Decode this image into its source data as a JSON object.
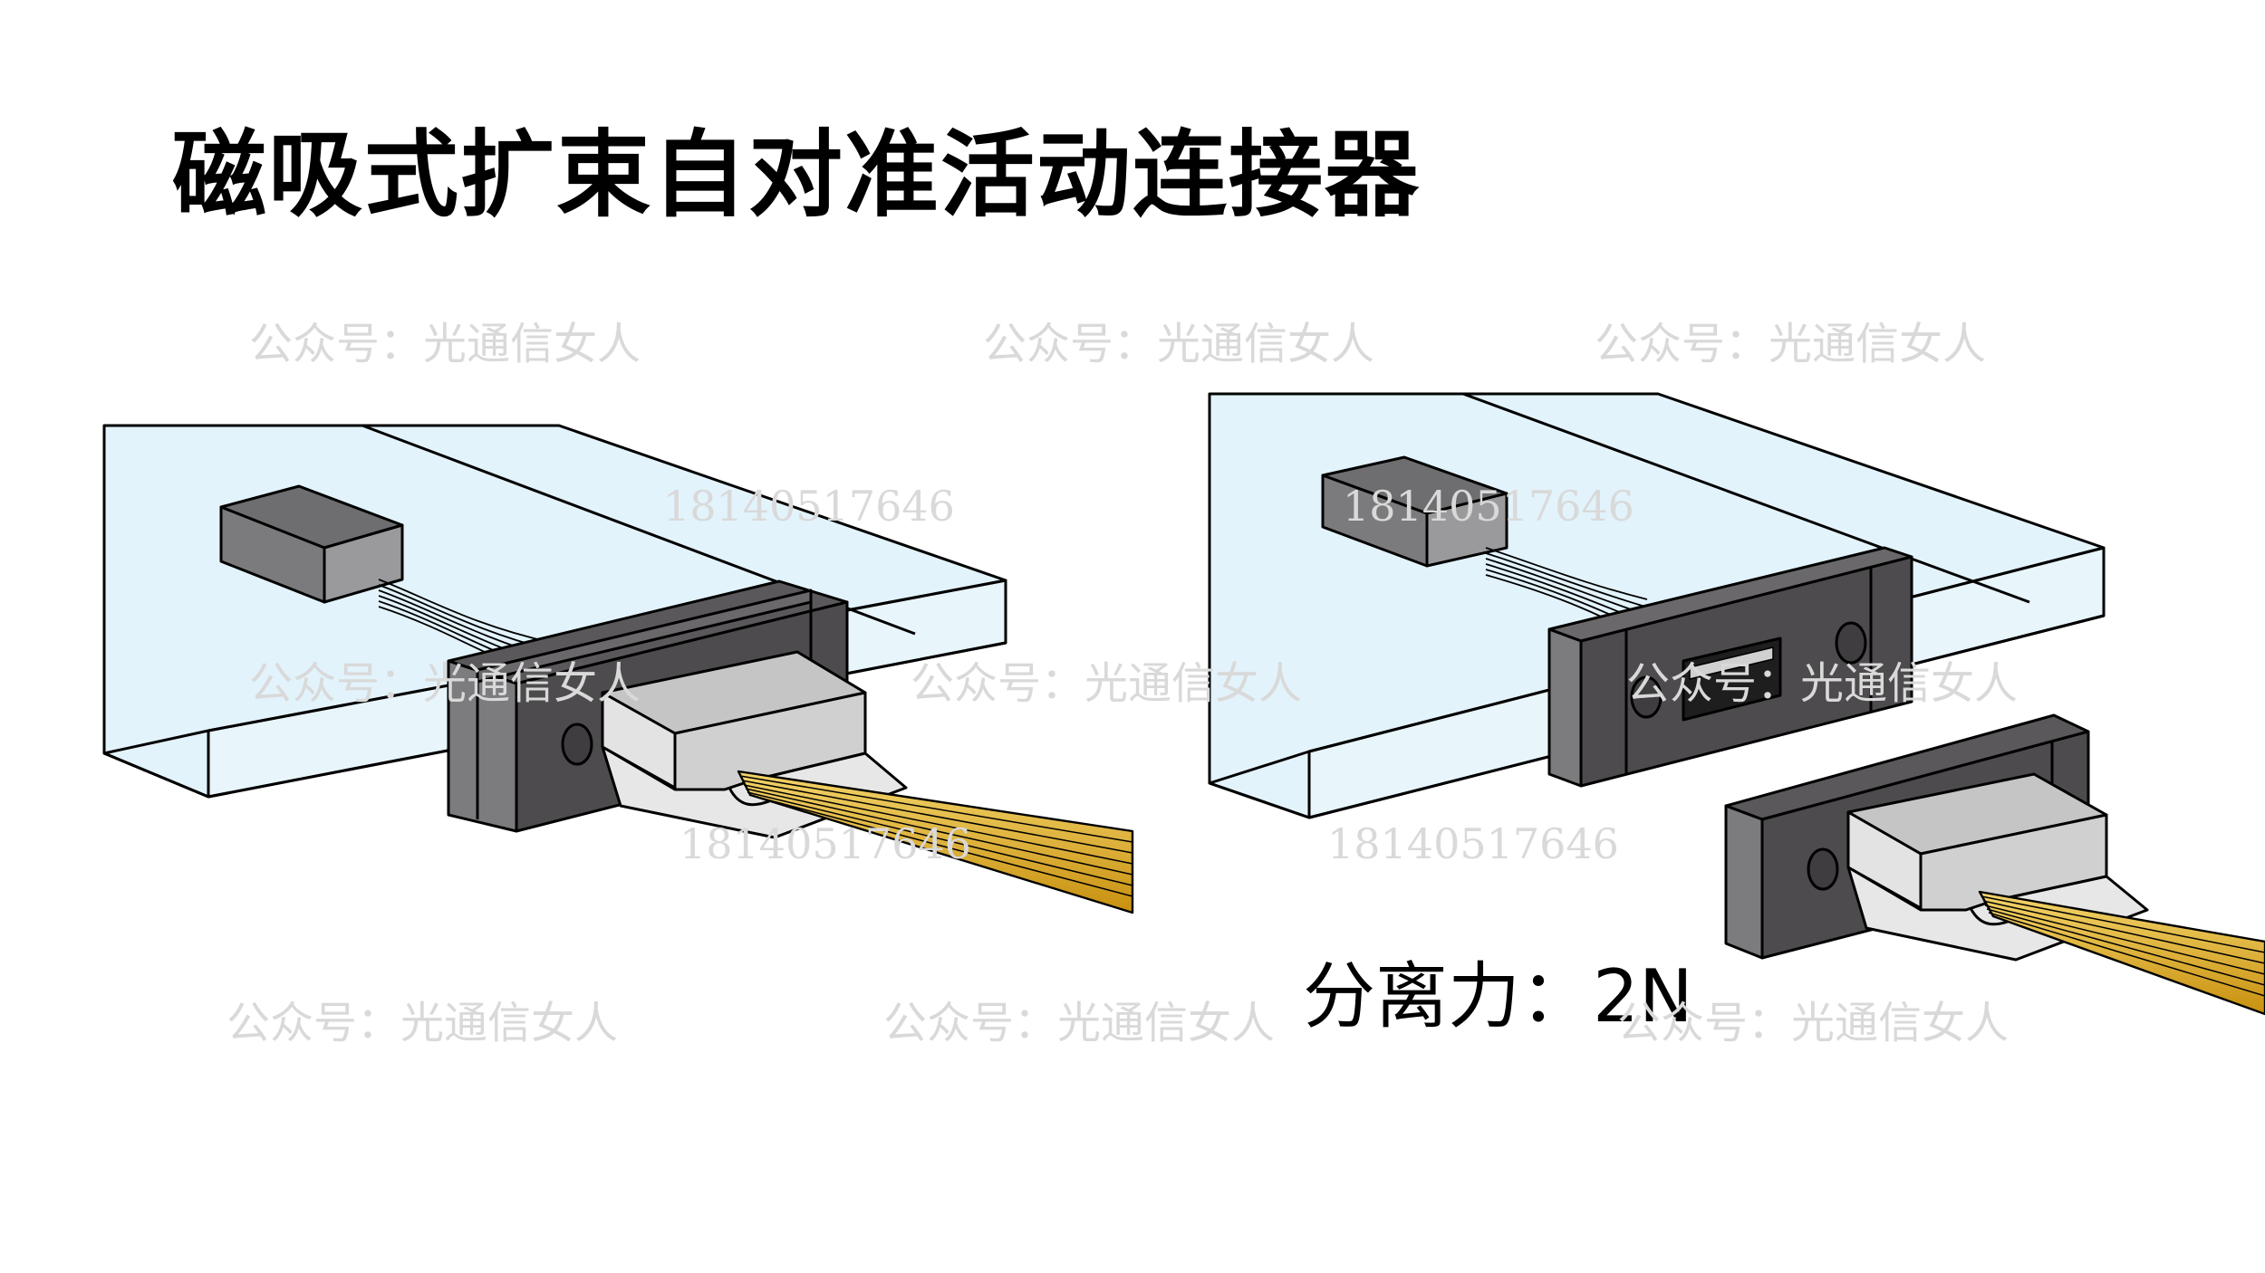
{
  "title": "磁吸式扩束自对准活动连接器",
  "separation_force": "分离力：2N",
  "watermarks": {
    "account": "公众号：光通信女人",
    "phone": "18140517646"
  },
  "colors": {
    "board": "#e3f3fb",
    "housing_dark": "#4d4b4d",
    "housing_side": "#7c7b7e",
    "module": "#8e8e90",
    "plug_light": "#d6d6d6",
    "fiber_gold": "#d9a41f"
  }
}
